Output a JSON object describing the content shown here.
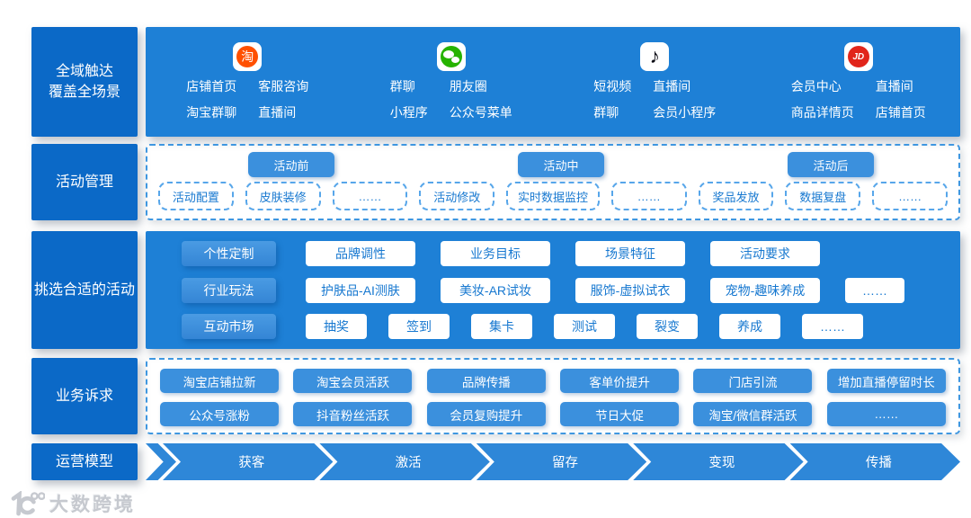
{
  "colors": {
    "label_blue": "#0b69c7",
    "content_blue": "#1e80d6",
    "button_blue": "#3b90dd",
    "chip_text_blue": "#1778d0",
    "dash_border_blue": "#3f97e0",
    "funnel_blue": "#2e87d8",
    "taobao_orange": "#ff5000",
    "wechat_green": "#26b300",
    "jd_red": "#e1251b"
  },
  "reach": {
    "label_line1": "全域触达",
    "label_line2": "覆盖全场景",
    "platforms": [
      {
        "name": "taobao",
        "badge": "淘",
        "labels": [
          "店铺首页",
          "客服咨询",
          "淘宝群聊",
          "直播间"
        ]
      },
      {
        "name": "wechat",
        "labels": [
          "群聊",
          "朋友圈",
          "小程序",
          "公众号菜单"
        ]
      },
      {
        "name": "douyin",
        "note": "♪",
        "labels": [
          "短视频",
          "直播间",
          "群聊",
          "会员小程序"
        ]
      },
      {
        "name": "jd",
        "badge": "JD",
        "labels": [
          "会员中心",
          "直播间",
          "商品详情页",
          "店铺首页"
        ]
      }
    ]
  },
  "mgmt": {
    "label": "活动管理",
    "phases": [
      "活动前",
      "活动中",
      "活动后"
    ],
    "chips": [
      "活动配置",
      "皮肤装修",
      "……",
      "活动修改",
      "实时数据监控",
      "……",
      "奖品发放",
      "数据复盘",
      "……"
    ]
  },
  "select": {
    "label": "挑选合适的活动",
    "rows": [
      {
        "category": "个性定制",
        "chips": [
          "品牌调性",
          "业务目标",
          "场景特征",
          "活动要求"
        ]
      },
      {
        "category": "行业玩法",
        "chips": [
          "护肤品-AI测肤",
          "美妆-AR试妆",
          "服饰-虚拟试衣",
          "宠物-趣味养成",
          "……"
        ]
      },
      {
        "category": "互动市场",
        "chips": [
          "抽奖",
          "签到",
          "集卡",
          "测试",
          "裂变",
          "养成",
          "……"
        ]
      }
    ]
  },
  "demands": {
    "label": "业务诉求",
    "row1": [
      "淘宝店铺拉新",
      "淘宝会员活跃",
      "品牌传播",
      "客单价提升",
      "门店引流",
      "增加直播停留时长"
    ],
    "row2": [
      "公众号涨粉",
      "抖音粉丝活跃",
      "会员复购提升",
      "节日大促",
      "淘宝/微信群活跃",
      "……"
    ]
  },
  "funnel": {
    "label": "运营模型",
    "stages": [
      "获客",
      "激活",
      "留存",
      "变现",
      "传播"
    ]
  },
  "watermark": {
    "text": "大数跨境"
  }
}
